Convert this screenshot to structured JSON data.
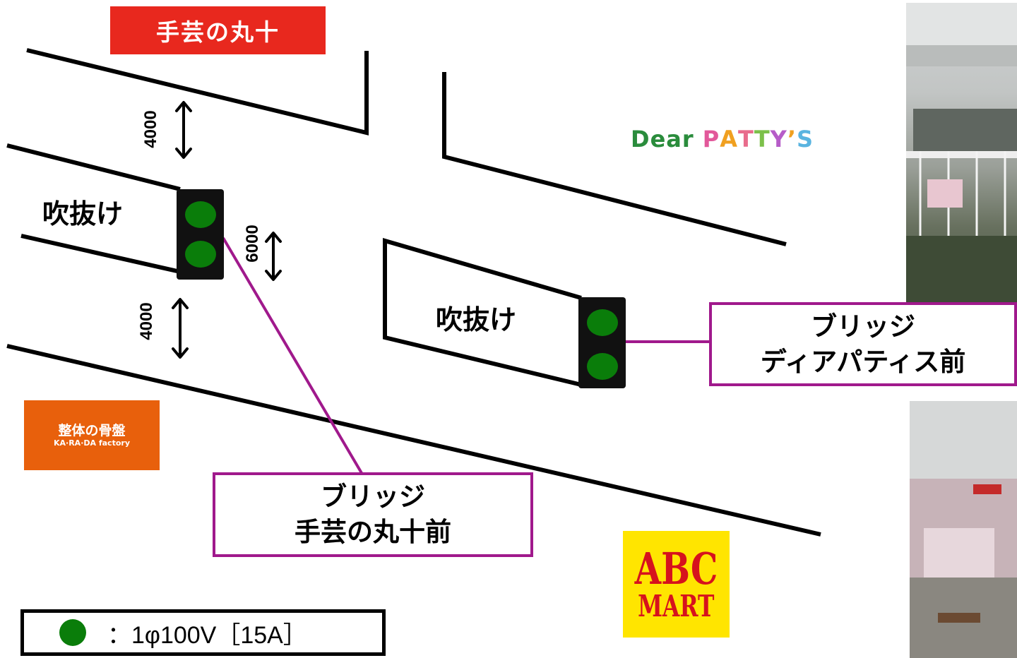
{
  "logos": {
    "shugei": "手芸の丸十",
    "patty_parts": [
      {
        "t": "D",
        "c": "#2a8c3c"
      },
      {
        "t": "e",
        "c": "#2a8c3c"
      },
      {
        "t": "a",
        "c": "#2a8c3c"
      },
      {
        "t": "r",
        "c": "#2a8c3c"
      },
      {
        "t": " ",
        "c": "#2a8c3c"
      },
      {
        "t": "P",
        "c": "#e2589a"
      },
      {
        "t": "A",
        "c": "#f0a020"
      },
      {
        "t": "T",
        "c": "#e86c8c"
      },
      {
        "t": "T",
        "c": "#7cc04a"
      },
      {
        "t": "Y",
        "c": "#b65cc8"
      },
      {
        "t": "’",
        "c": "#f0a020"
      },
      {
        "t": "S",
        "c": "#5ab4e0"
      }
    ],
    "karada_line1": "整体の骨盤",
    "karada_line2": "KA·RA·DA factory",
    "abc_line1": "ABC",
    "abc_line2": "MART"
  },
  "labels": {
    "void_left": "吹抜け",
    "void_right": "吹抜け",
    "dim_top": "4000",
    "dim_mid": "6000",
    "dim_bottom": "4000"
  },
  "callouts": {
    "patty_line1": "ブリッジ",
    "patty_line2": "ディアパティス前",
    "shugei_line1": "ブリッジ",
    "shugei_line2": "手芸の丸十前"
  },
  "legend": {
    "text": "：1φ100V［15A］",
    "dot_color": "#0a7d0a"
  },
  "colors": {
    "callout_border": "#a0198c",
    "outlet_dot": "#0a7d0a",
    "outlet_body": "#111111"
  }
}
